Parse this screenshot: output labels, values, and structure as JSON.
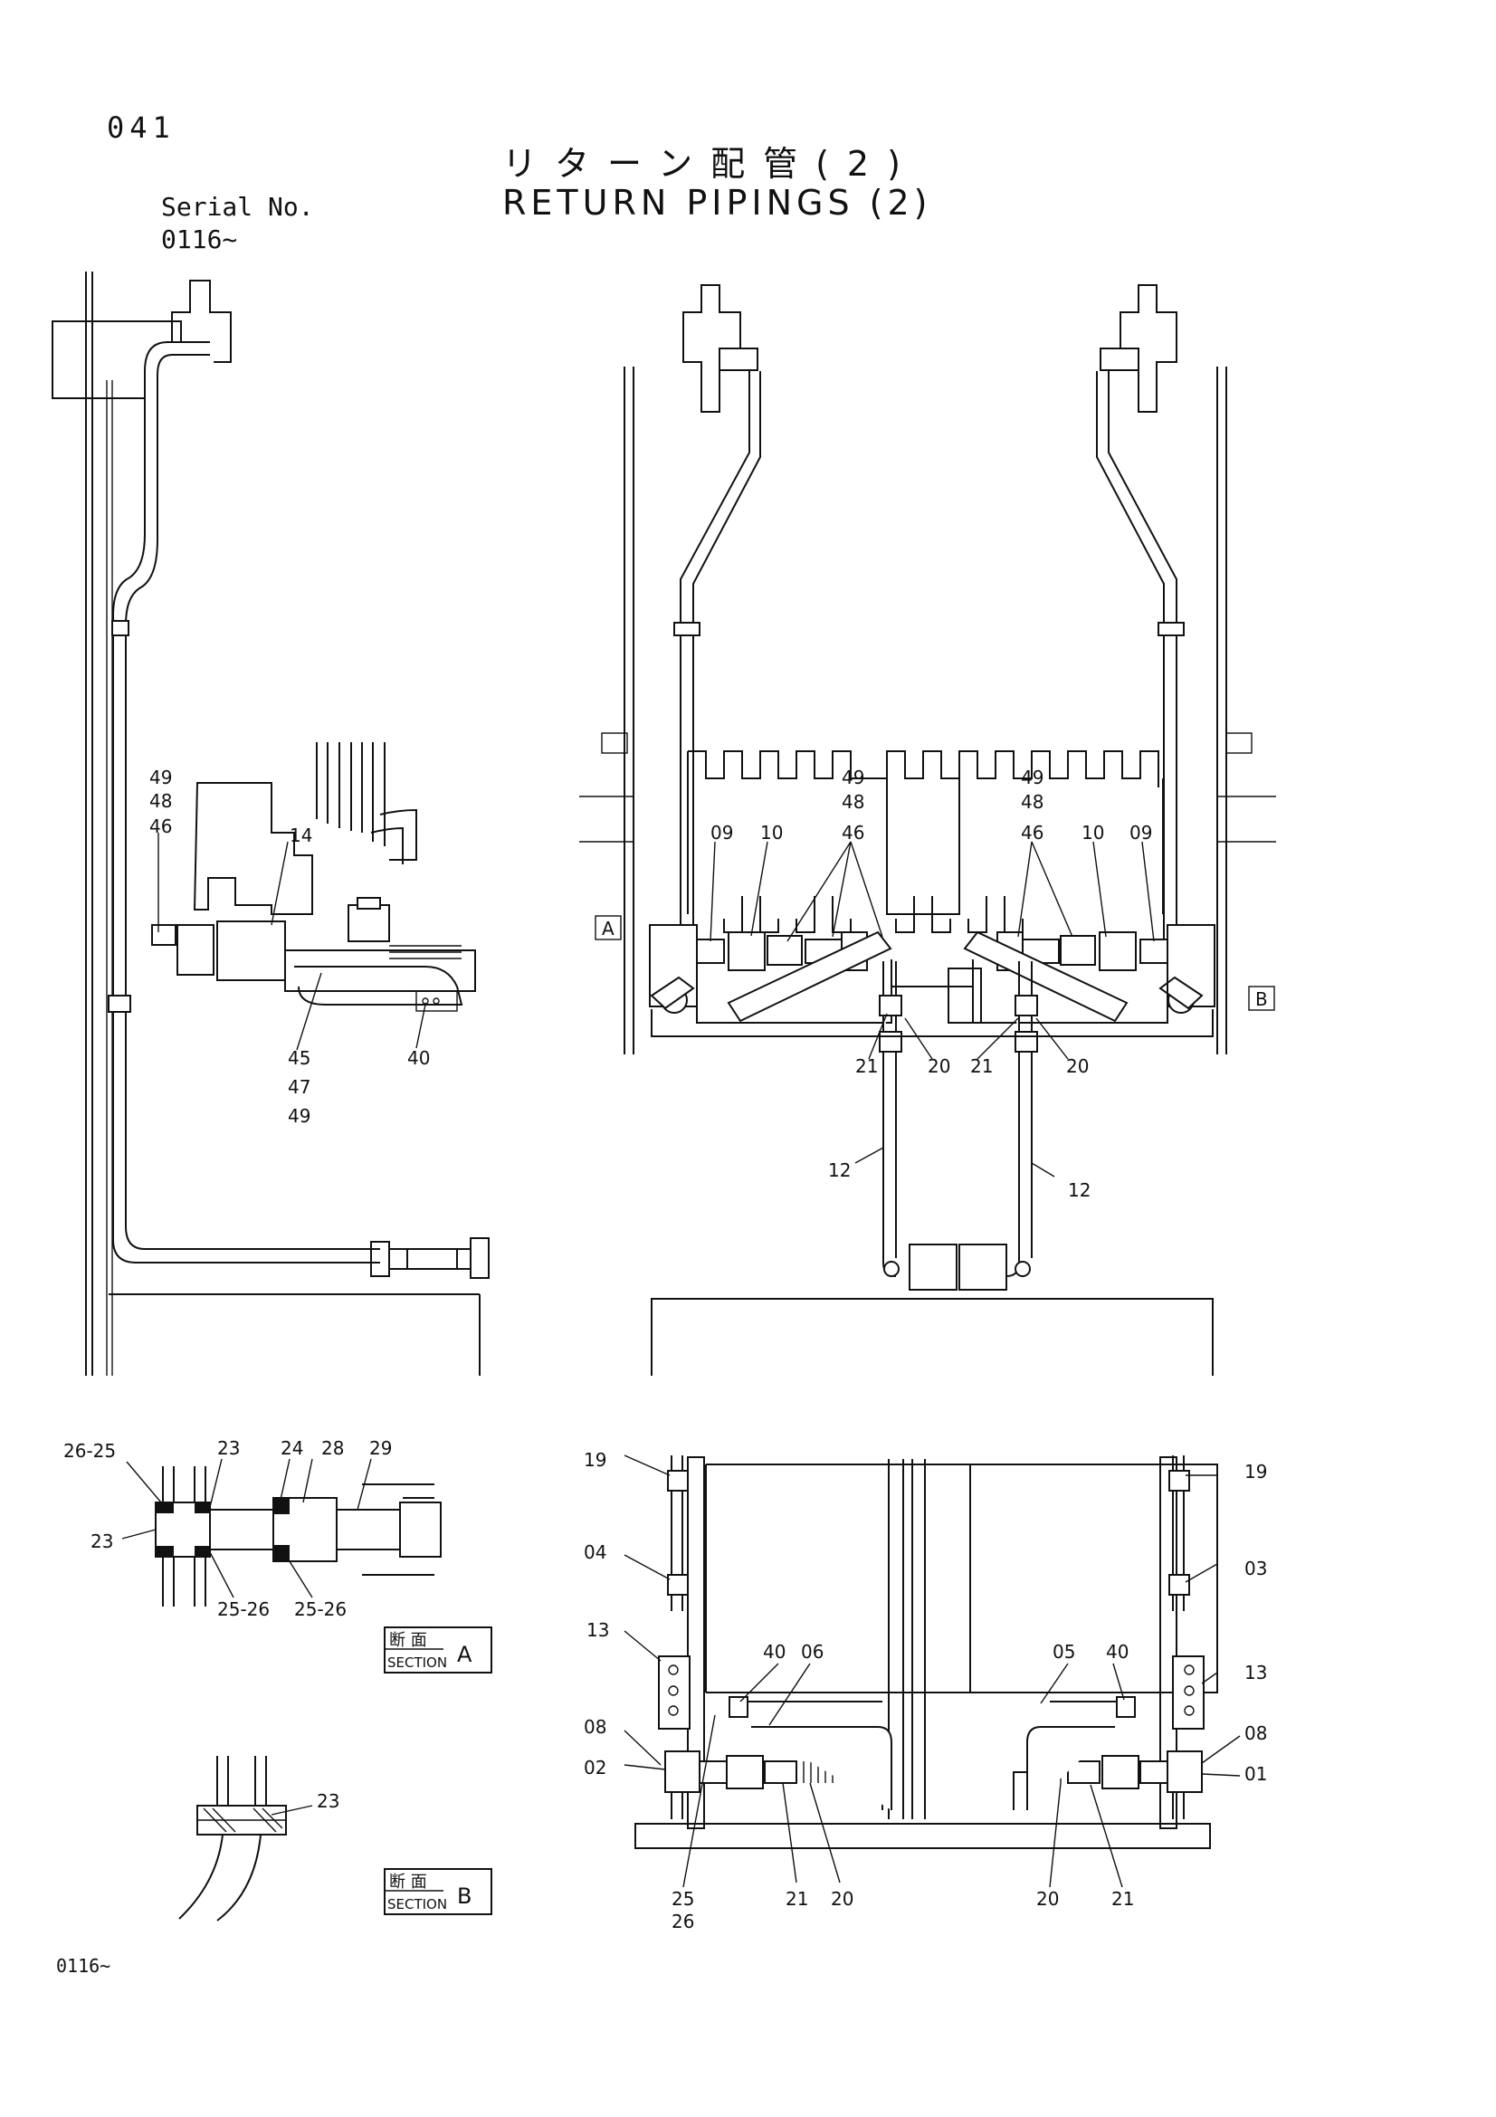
{
  "header": {
    "page_number": "041",
    "title_ja": "リターン配管(2)",
    "title_en": "RETURN PIPINGS (2)",
    "serial_label": "Serial No.",
    "serial_value": "0116~"
  },
  "footer": {
    "serial": "0116~"
  },
  "views": {
    "side": {
      "labels": [
        "49",
        "48",
        "46",
        "14",
        "45",
        "47",
        "49",
        "40"
      ]
    },
    "top": {
      "view_markers": [
        "A",
        "B"
      ],
      "labels": [
        "49",
        "48",
        "46",
        "09",
        "10",
        "49",
        "48",
        "46",
        "10",
        "09",
        "21",
        "20",
        "21",
        "20",
        "12",
        "12"
      ]
    },
    "section_a": {
      "caption_ja": "断 面",
      "caption_en": "SECTION",
      "letter": "A",
      "labels": [
        "26-25",
        "23",
        "24",
        "28",
        "29",
        "23",
        "25-26",
        "25-26"
      ]
    },
    "section_b": {
      "caption_ja": "断 面",
      "caption_en": "SECTION",
      "letter": "B",
      "labels": [
        "23"
      ]
    },
    "bottom": {
      "labels": [
        "19",
        "04",
        "13",
        "08",
        "02",
        "40",
        "06",
        "25",
        "26",
        "21",
        "20",
        "19",
        "03",
        "13",
        "05",
        "40",
        "08",
        "01",
        "20",
        "21"
      ]
    }
  }
}
